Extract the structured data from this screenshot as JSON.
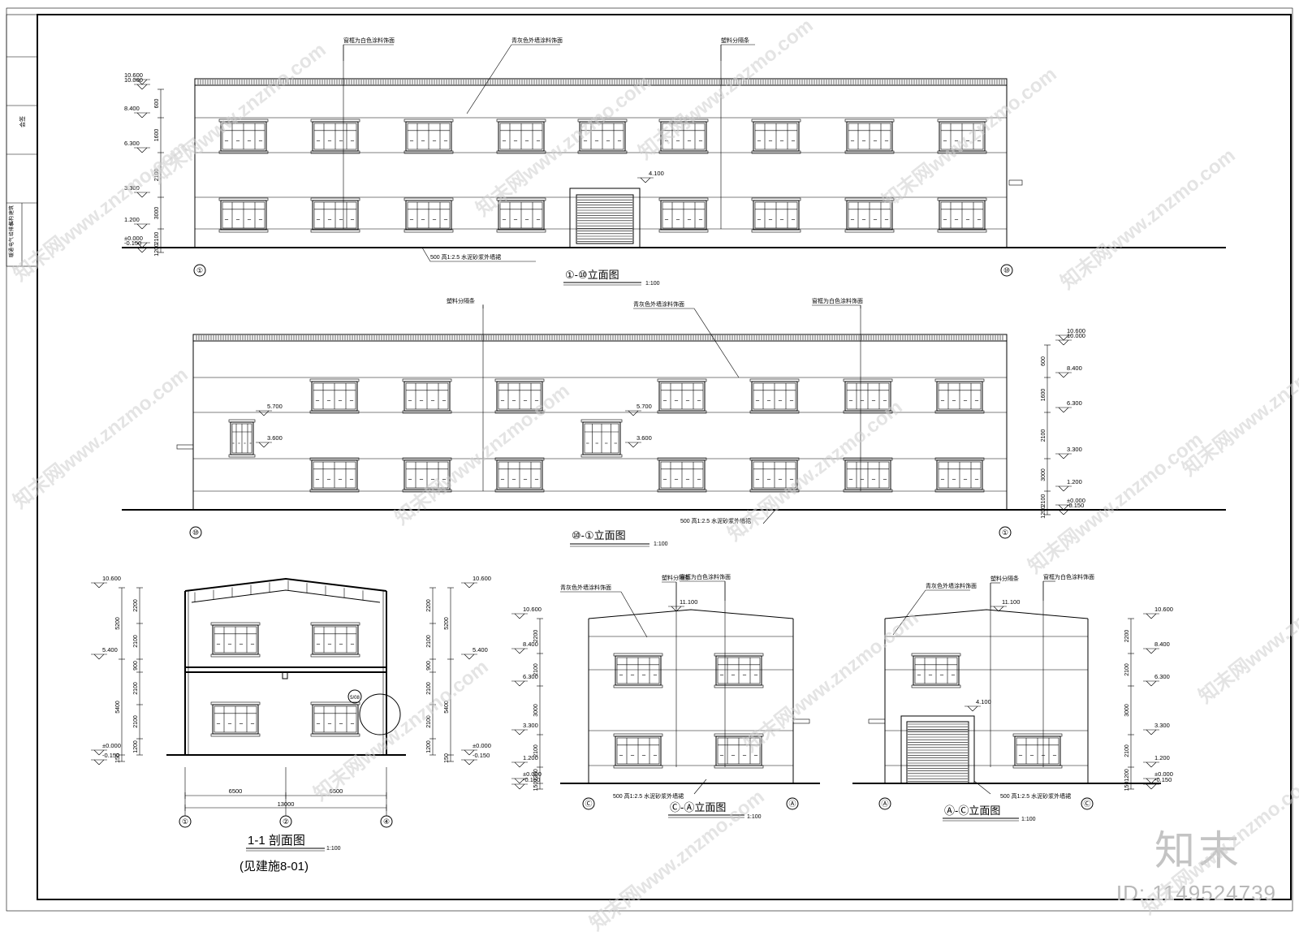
{
  "views": {
    "front": {
      "title": "①-⑩立面图",
      "scale": "1:100",
      "axis_left": "①",
      "axis_right": "⑩",
      "callouts": [
        "窗框为白色涂料饰面",
        "青灰色外墙涂料饰面",
        "塑料分隔条"
      ],
      "base_note": "500 高1:2.5 水泥砂浆外墙裙",
      "door_level": "4.100",
      "levels": [
        "10.600",
        "10.000",
        "8.400",
        "6.300",
        "3.300",
        "1.200",
        "±0.000",
        "-0.150"
      ],
      "dims": [
        "600",
        "1600",
        "2100",
        "3000",
        "2100",
        "1200",
        "150"
      ]
    },
    "rear": {
      "title": "⑩-①立面图",
      "scale": "1:100",
      "axis_left": "⑩",
      "axis_right": "①",
      "callouts": [
        "塑料分隔条",
        "青灰色外墙涂料饰面",
        "窗框为白色涂料饰面"
      ],
      "base_note": "500 高1:2.5 水泥砂浆外墙裙",
      "win_levels": [
        "5.700",
        "3.600",
        "5.700",
        "3.600"
      ],
      "levels": [
        "10.600",
        "10.000",
        "8.400",
        "6.300",
        "3.300",
        "1.200",
        "±0.000",
        "-0.150"
      ],
      "dims": [
        "600",
        "1600",
        "2100",
        "3000",
        "2100",
        "1200",
        "150"
      ]
    },
    "section": {
      "title": "1-1 剖面图",
      "scale": "1:100",
      "note": "(见建施8-01)",
      "axes": [
        "①",
        "②",
        "④"
      ],
      "spans": [
        "6500",
        "6500"
      ],
      "total": "13000",
      "levels_l": [
        "10.600",
        "5.400",
        "±0.000",
        "-0.150"
      ],
      "levels_r": [
        "10.600",
        "5.400",
        "±0.000",
        "-0.150"
      ],
      "dims_outer": [
        "5200",
        "5400",
        "150"
      ],
      "dims_inner": [
        "2200",
        "2100",
        "900",
        "2100",
        "2100",
        "1200"
      ],
      "detail_mark": "5/08"
    },
    "side_ca": {
      "title": "Ⓒ-Ⓐ立面图",
      "scale": "1:100",
      "axis_left": "Ⓒ",
      "axis_right": "Ⓐ",
      "callouts": [
        "青灰色外墙涂料饰面",
        "塑料分隔条",
        "窗框为白色涂料饰面"
      ],
      "ridge": "11.100",
      "base_note": "500 高1:2.5 水泥砂浆外墙裙",
      "levels": [
        "10.600",
        "8.400",
        "6.300",
        "3.300",
        "1.200",
        "±0.000",
        "-0.150"
      ],
      "dims": [
        "2200",
        "2100",
        "3000",
        "2100",
        "1200",
        "150"
      ]
    },
    "side_ac": {
      "title": "Ⓐ-Ⓒ立面图",
      "scale": "1:100",
      "axis_left": "Ⓐ",
      "axis_right": "Ⓒ",
      "callouts": [
        "青灰色外墙涂料饰面",
        "塑料分隔条",
        "窗框为白色涂料饰面"
      ],
      "ridge": "11.100",
      "door_level": "4.100",
      "base_note": "500 高1:2.5 水泥砂浆外墙裙",
      "levels": [
        "10.600",
        "8.400",
        "6.300",
        "3.300",
        "1.200",
        "±0.000",
        "-0.150"
      ],
      "dims": [
        "2200",
        "2100",
        "3000",
        "2100",
        "1200",
        "150"
      ]
    }
  },
  "title_block": {
    "rows": [
      "建筑",
      "结构",
      "给排水",
      "电气",
      "暖通"
    ],
    "top": "会签"
  },
  "watermark": {
    "text": "知末网www.znzmo.com",
    "logo": "知末",
    "id": "ID: 1149524739"
  }
}
